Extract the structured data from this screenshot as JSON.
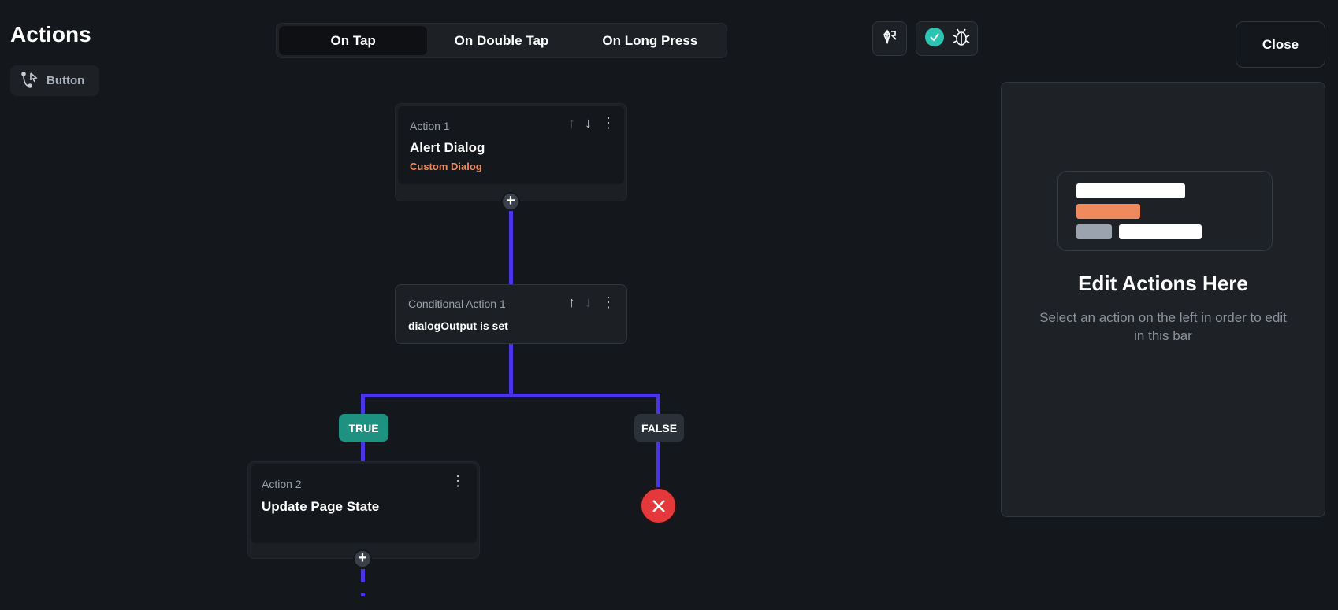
{
  "header": {
    "title": "Actions",
    "widget_chip": "Button",
    "close_label": "Close"
  },
  "tabs": [
    {
      "label": "On Tap",
      "active": true
    },
    {
      "label": "On Double Tap",
      "active": false
    },
    {
      "label": "On Long Press",
      "active": false
    }
  ],
  "toolbar": {
    "icons": [
      "ai-agent-icon",
      "check-circle-icon",
      "bug-icon"
    ]
  },
  "flow": {
    "action1": {
      "label": "Action 1",
      "name": "Alert Dialog",
      "subtitle": "Custom Dialog"
    },
    "conditional": {
      "label": "Conditional Action 1",
      "condition": "dialogOutput is set"
    },
    "true_label": "TRUE",
    "false_label": "FALSE",
    "action2": {
      "label": "Action 2",
      "name": "Update Page State"
    }
  },
  "panel": {
    "title": "Edit Actions Here",
    "subtitle": "Select an action on the left in order to edit in this bar"
  },
  "colors": {
    "accent_line": "#4a35e6",
    "true": "#1f9180",
    "false": "#2b3138",
    "orange": "#ee8a5c",
    "error": "#e5383b",
    "check": "#2dc4b2"
  }
}
